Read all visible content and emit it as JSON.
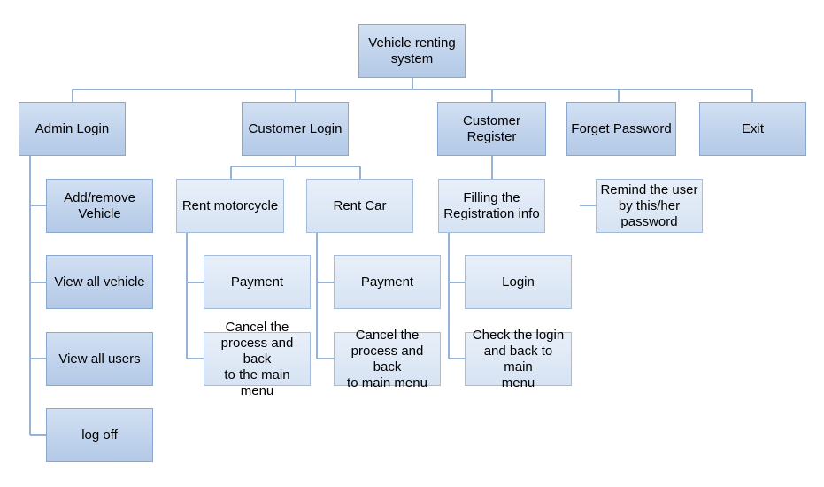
{
  "colors": {
    "connector": "#95b3d7",
    "box_dark": "#b8cde8",
    "box_light": "#dce6f4"
  },
  "root": {
    "label": "Vehicle renting\nsystem"
  },
  "top_level": {
    "admin_login": "Admin Login",
    "customer_login": "Customer Login",
    "customer_register": "Customer\nRegister",
    "forget_password": "Forget Password",
    "exit": "Exit"
  },
  "admin": {
    "add_remove_vehicle": "Add/remove\nVehicle",
    "view_all_vehicle": "View all vehicle",
    "view_all_users": "View all users",
    "log_off": "log off"
  },
  "customer_login": {
    "rent_motorcycle": "Rent motorcycle",
    "rent_car": "Rent Car",
    "motorcycle_payment": "Payment",
    "motorcycle_cancel": "Cancel the\nprocess and back\nto the main menu",
    "car_payment": "Payment",
    "car_cancel": "Cancel the\nprocess and back\nto main menu"
  },
  "customer_register": {
    "filling_registration": "Filling the\nRegistration info",
    "login": "Login",
    "check_login": "Check the login\nand back to main\nmenu"
  },
  "forget_password": {
    "remind_user": "Remind the user\nby this/her\npassword"
  }
}
